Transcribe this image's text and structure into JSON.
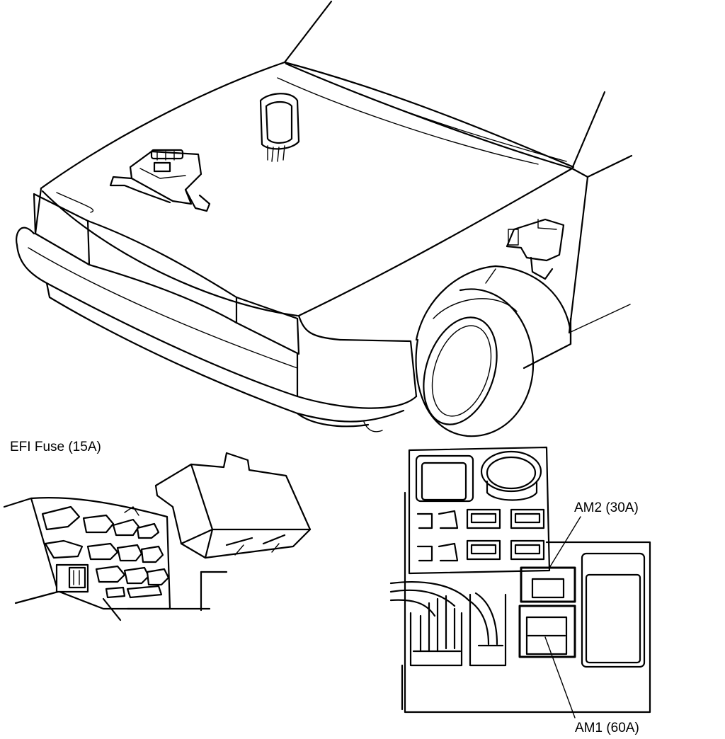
{
  "labels": {
    "efi_fuse": "EFI Fuse (15A)",
    "am2": "AM2 (30A)",
    "am1": "AM1 (60A)"
  },
  "colors": {
    "line": "#000000",
    "background": "#ffffff"
  }
}
